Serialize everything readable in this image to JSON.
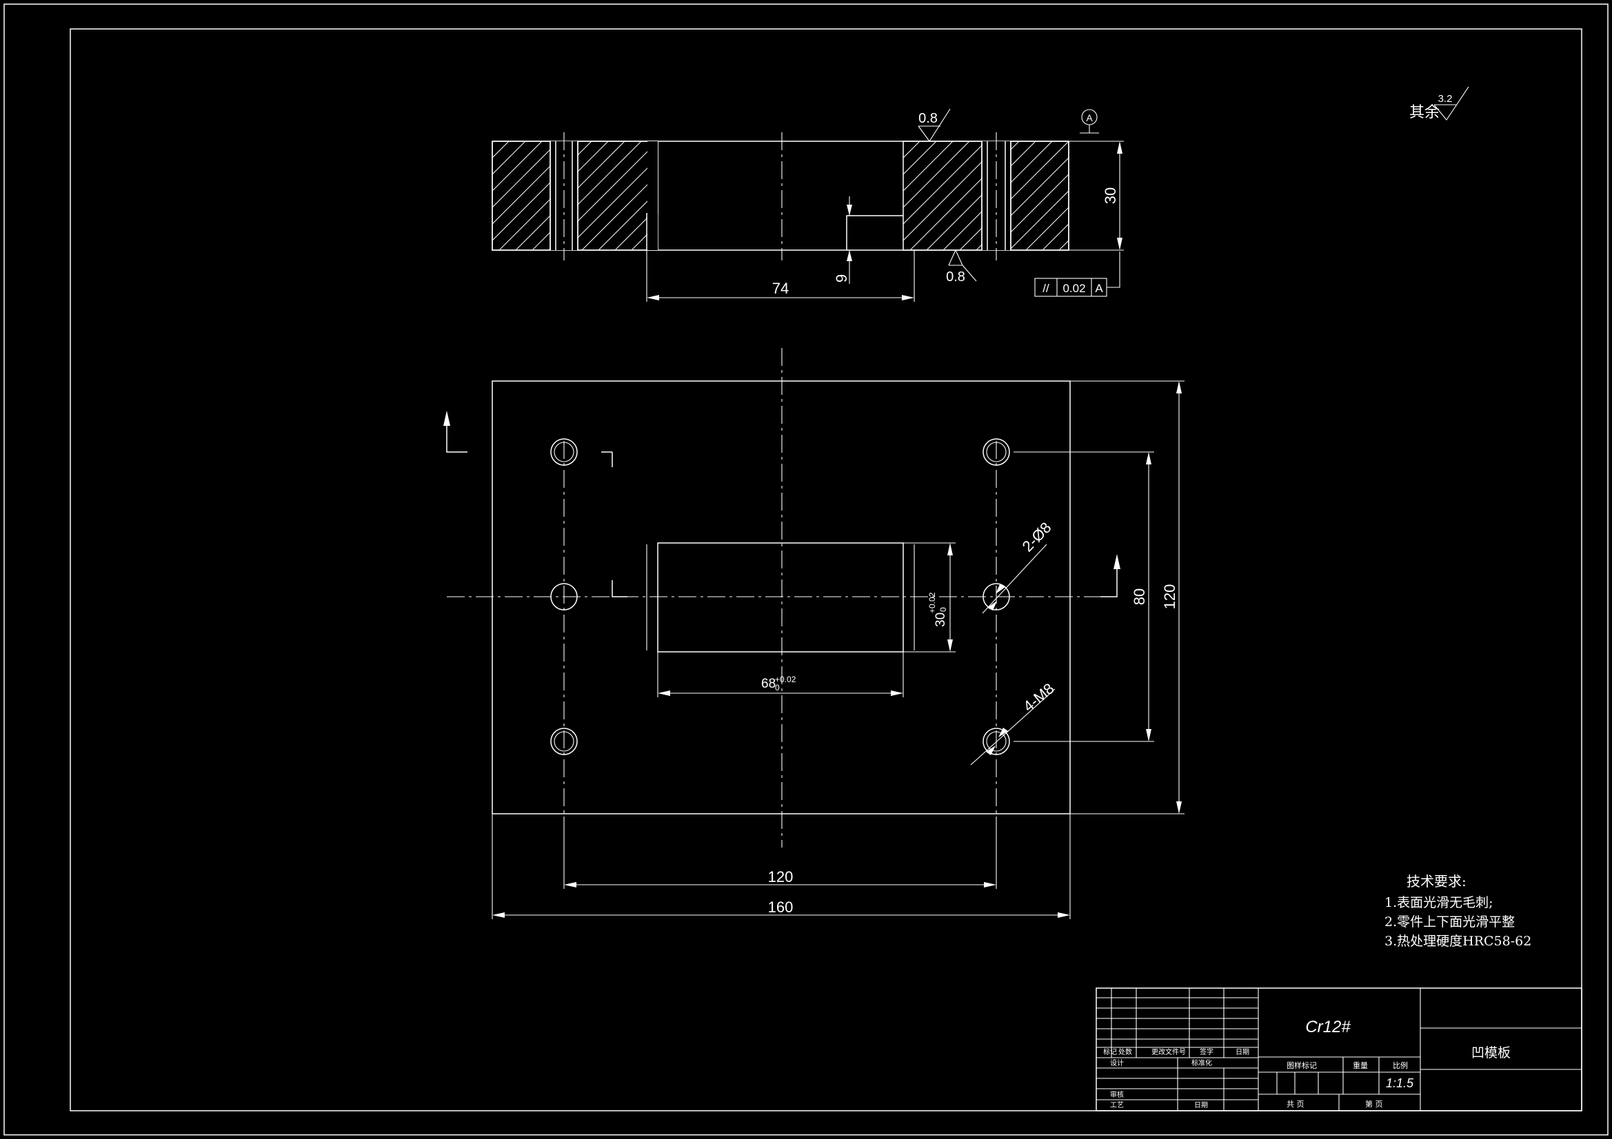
{
  "drawing": {
    "section_view": {
      "dim_width_74": "74",
      "dim_depth_9": "9",
      "dim_height_30": "30",
      "roughness_top": "0.8",
      "roughness_bottom": "0.8",
      "datum_label": "A",
      "tolerance": {
        "symbol": "//",
        "value": "0.02",
        "datum": "A"
      }
    },
    "plan_view": {
      "dim_holes_x": "120",
      "dim_plate_x": "160",
      "dim_holes_y": "80",
      "dim_plate_y": "120",
      "dim_slot_len_base": "68",
      "dim_slot_len_upper": "+0.02",
      "dim_slot_len_lower": "0",
      "dim_slot_w_base": "30",
      "dim_slot_w_upper": "+0.02",
      "dim_slot_w_lower": "0",
      "label_pin_holes": "2-Ø8",
      "label_threaded_holes": "4-M8"
    },
    "surface_note": {
      "text": "其余",
      "value": "3.2"
    },
    "technical_requirements": {
      "title": "技术要求:",
      "items": [
        "1.表面光滑无毛刺;",
        "2.零件上下面光滑平整",
        "3.热处理硬度HRC58-62"
      ]
    },
    "title_block": {
      "material": "Cr12#",
      "part_name": "凹模板",
      "scale": "1:1.5",
      "row_labels": [
        "标记",
        "处数",
        "更改文件号",
        "签字",
        "日期"
      ],
      "design_label": "设计",
      "standard_label": "标准化",
      "check_label": "审核",
      "process_label": "工艺",
      "approve_label": "日期",
      "stage_label": "图样标记",
      "weight_label": "重量",
      "scale_label": "比例",
      "sheets_label": "共  页",
      "sheet_label": "第  页"
    }
  }
}
